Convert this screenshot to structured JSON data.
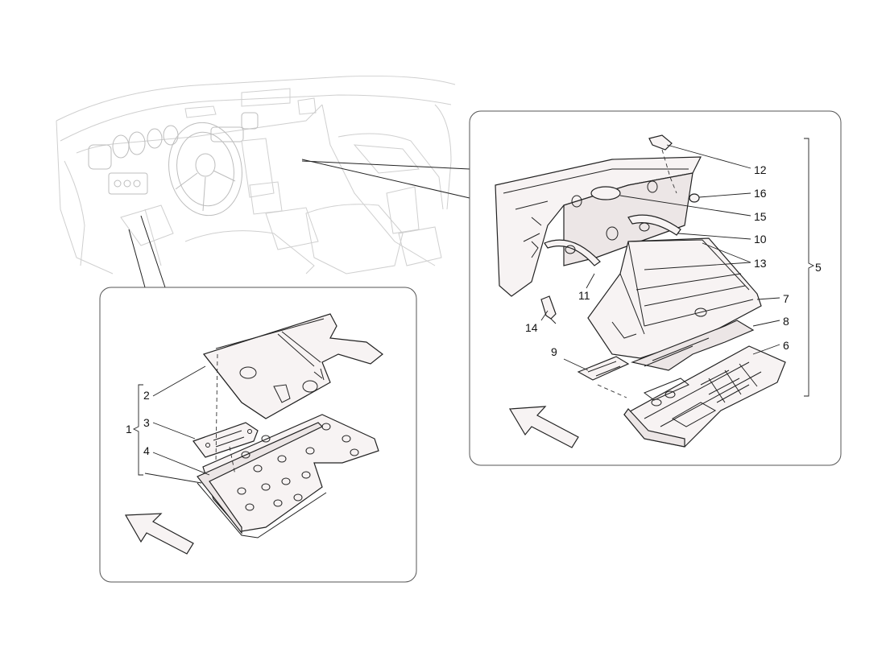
{
  "callouts": {
    "c1": "1",
    "c2": "2",
    "c3": "3",
    "c4": "4",
    "c5": "5",
    "c6": "6",
    "c7": "7",
    "c8": "8",
    "c9": "9",
    "c10": "10",
    "c11": "11",
    "c12": "12",
    "c13": "13",
    "c14": "14",
    "c15": "15",
    "c16": "16"
  },
  "colors": {
    "background": "#ffffff",
    "line": "#222222",
    "part_fill": "#f7f3f3",
    "context_line": "#cfcfcf"
  },
  "icons": {
    "direction_arrow": "arrow-icon"
  }
}
